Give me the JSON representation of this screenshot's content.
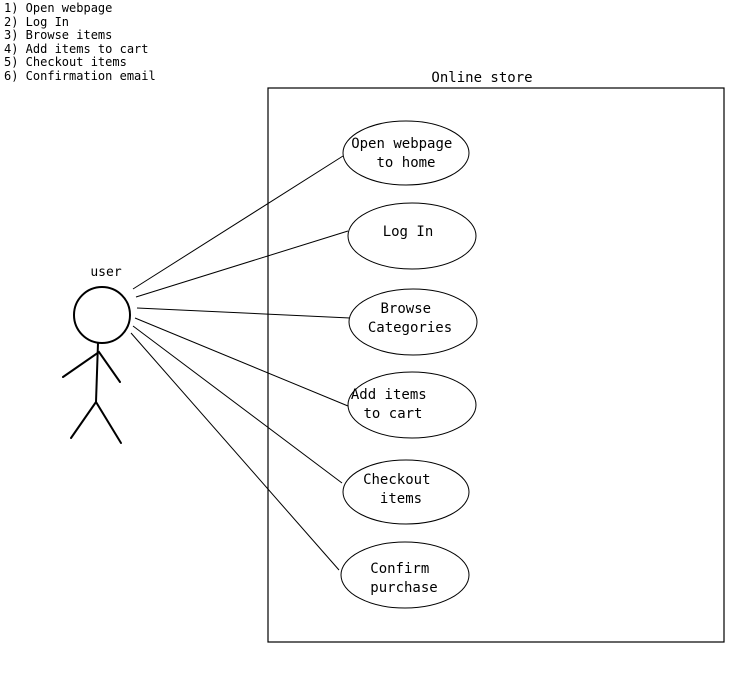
{
  "steps": [
    "1) Open webpage",
    "2) Log In",
    "3) Browse items",
    "4) Add items to cart",
    "5) Checkout items",
    "6) Confirmation email"
  ],
  "actor": {
    "label": "user"
  },
  "system": {
    "title": "Online store"
  },
  "use_cases": [
    {
      "lines": [
        "Open webpage",
        "to home"
      ]
    },
    {
      "lines": [
        "Log In"
      ]
    },
    {
      "lines": [
        "Browse",
        "Categories"
      ]
    },
    {
      "lines": [
        "Add items",
        "to cart"
      ]
    },
    {
      "lines": [
        "Checkout",
        "items"
      ]
    },
    {
      "lines": [
        "Confirm",
        "purchase"
      ]
    }
  ]
}
